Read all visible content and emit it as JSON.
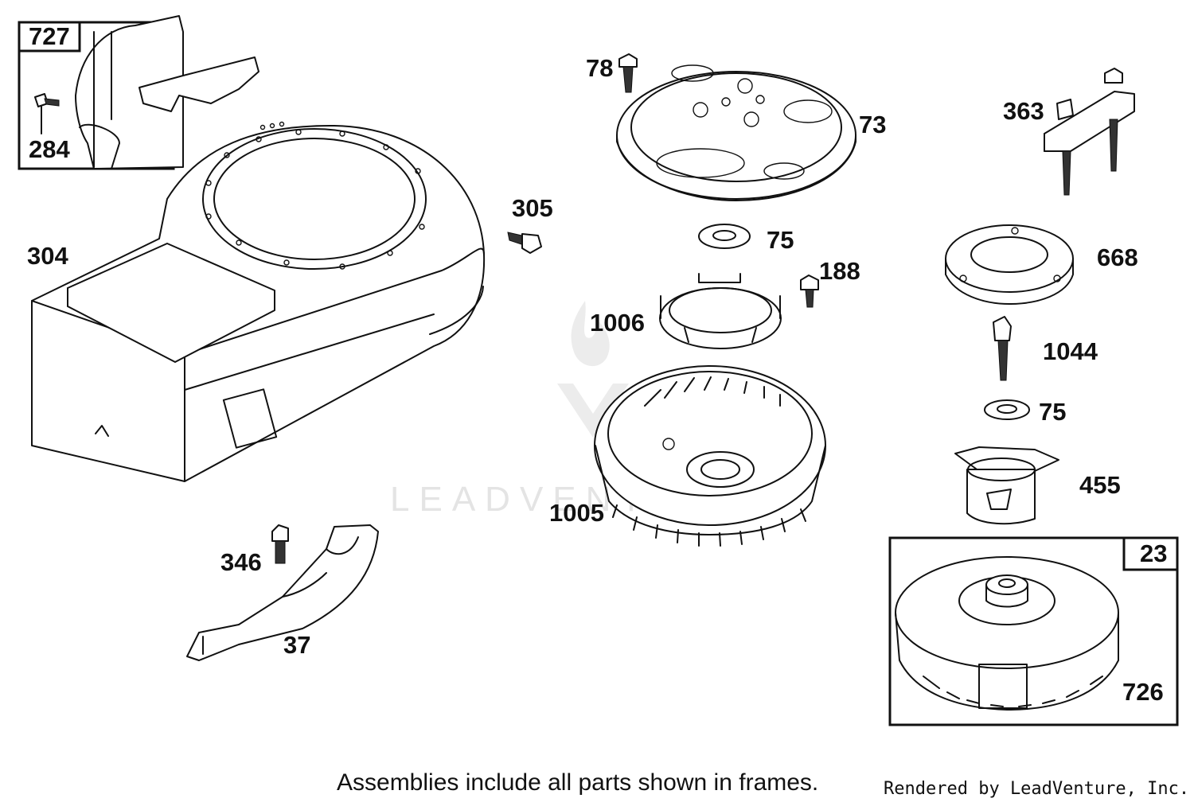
{
  "diagram": {
    "callouts": {
      "p727": "727",
      "p284": "284",
      "p304": "304",
      "p305": "305",
      "p78": "78",
      "p73": "73",
      "p75a": "75",
      "p188": "188",
      "p1006": "1006",
      "p1005": "1005",
      "p346": "346",
      "p37": "37",
      "p363": "363",
      "p668": "668",
      "p1044": "1044",
      "p75b": "75",
      "p455": "455",
      "p23": "23",
      "p726": "726"
    },
    "footer_note": "Assemblies include all parts shown in frames.",
    "credit": "Rendered by LeadVenture, Inc.",
    "watermark": "LEADVENTURE"
  }
}
